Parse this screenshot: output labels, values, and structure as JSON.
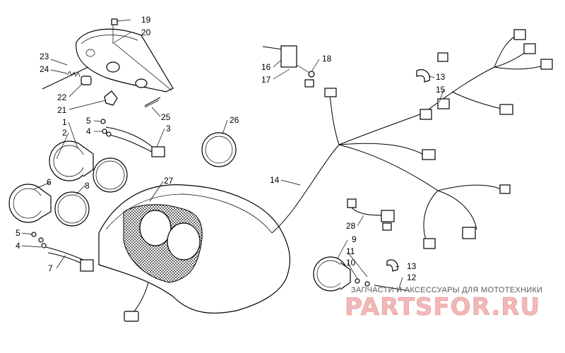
{
  "callouts": [
    {
      "label": "19"
    },
    {
      "label": "20"
    },
    {
      "label": "23"
    },
    {
      "label": "24"
    },
    {
      "label": "22"
    },
    {
      "label": "21"
    },
    {
      "label": "25"
    },
    {
      "label": "5"
    },
    {
      "label": "4"
    },
    {
      "label": "3"
    },
    {
      "label": "1"
    },
    {
      "label": "2"
    },
    {
      "label": "26"
    },
    {
      "label": "27"
    },
    {
      "label": "6"
    },
    {
      "label": "8"
    },
    {
      "label": "5"
    },
    {
      "label": "4"
    },
    {
      "label": "7"
    },
    {
      "label": "16"
    },
    {
      "label": "17"
    },
    {
      "label": "18"
    },
    {
      "label": "13"
    },
    {
      "label": "15"
    },
    {
      "label": "14"
    },
    {
      "label": "28"
    },
    {
      "label": "9"
    },
    {
      "label": "11"
    },
    {
      "label": "10"
    },
    {
      "label": "13"
    },
    {
      "label": "12"
    }
  ],
  "watermark": {
    "subtitle": "ЗАПЧАСТИ И АКСЕССУАРЫ ДЛЯ МОТОТЕХНИКИ",
    "brand": "PARTSFOR.RU"
  }
}
